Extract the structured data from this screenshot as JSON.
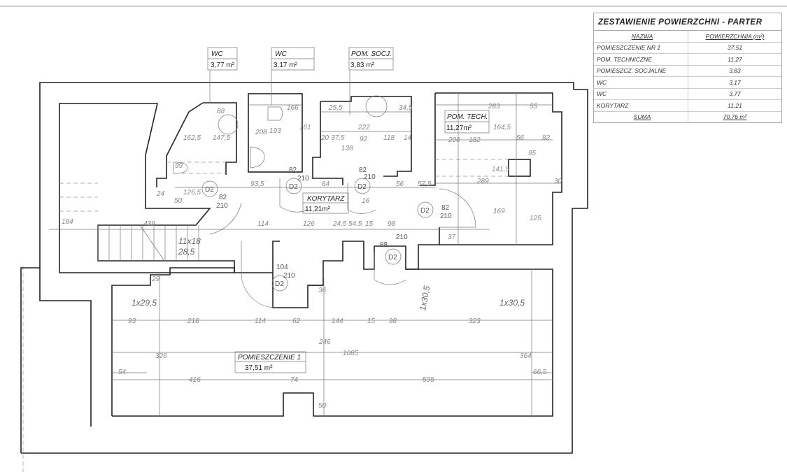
{
  "summary_table": {
    "title": "ZESTAWIENIE POWIERZCHNI    - PARTER",
    "header": {
      "name": "NAZWA",
      "area": "POWIERZCHNIA (m²)"
    },
    "rows": [
      {
        "name": "POMIESZCZENIE NR 1",
        "area": "37,51"
      },
      {
        "name": "POM. TECHNICZNE",
        "area": "11,27"
      },
      {
        "name": "POMIESZCZ. SOCJALNE",
        "area": "3,83"
      },
      {
        "name": "WC",
        "area": "3,17"
      },
      {
        "name": "WC",
        "area": "3,77"
      },
      {
        "name": "KORYTARZ",
        "area": "11,21"
      }
    ],
    "total": {
      "name": "SUMA",
      "area": "70,76 m²"
    }
  },
  "rooms": {
    "wc1": {
      "name": "WC",
      "area": "3,77 m²"
    },
    "wc2": {
      "name": "WC",
      "area": "3,17 m²"
    },
    "socj": {
      "name": "POM. SOCJ.",
      "area": "3,83  m²"
    },
    "tech": {
      "name": "POM. TECH.",
      "area": "11,27m²"
    },
    "korytarz": {
      "name": "KORYTARZ",
      "area": "11,21m²"
    },
    "pom1": {
      "name": "POMIESZCZENIE  1",
      "area": "37,51 m²"
    }
  },
  "doors": [
    {
      "tag": "D2",
      "size": "82",
      "height": "210"
    },
    {
      "tag": "D2",
      "size": "82",
      "height": "210"
    },
    {
      "tag": "D2",
      "size": "82",
      "height": "210"
    },
    {
      "tag": "D2",
      "size": "82",
      "height": "210"
    },
    {
      "tag": "D2",
      "size": "104",
      "height": "210"
    },
    {
      "tag": "D2",
      "size": "88",
      "height": "210"
    }
  ],
  "stairs": {
    "steps": "11x18",
    "tread": "28,5"
  },
  "windows": [
    "1x29,5",
    "1x30,5",
    "1x30,5"
  ],
  "dimensions": [
    "166",
    "161",
    "208",
    "193",
    "147,5",
    "88",
    "162,5",
    "99",
    "126,5",
    "24",
    "50",
    "93,5",
    "64",
    "25,5",
    "222",
    "138",
    "118",
    "92",
    "37,5",
    "20",
    "34,5",
    "14",
    "56",
    "57,5",
    "16",
    "283",
    "55",
    "182",
    "200",
    "164,5",
    "56",
    "82",
    "95",
    "141,5",
    "289",
    "30",
    "169",
    "125",
    "37",
    "114",
    "126",
    "24,5",
    "54,5",
    "15",
    "98",
    "184",
    "439",
    "29",
    "36",
    "93",
    "218",
    "114",
    "62",
    "144",
    "15",
    "98",
    "323",
    "246",
    "1085",
    "326",
    "364",
    "54",
    "416",
    "74",
    "595",
    "66,5",
    "50"
  ]
}
